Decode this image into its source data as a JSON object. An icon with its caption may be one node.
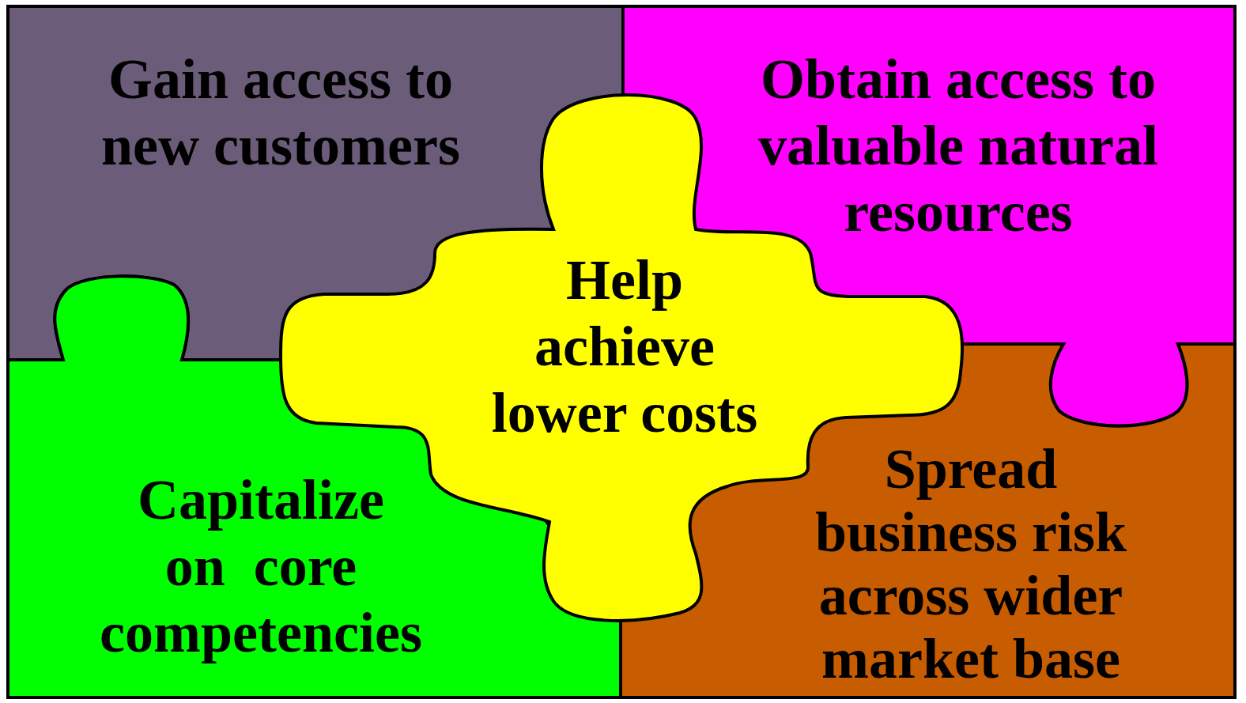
{
  "diagram": {
    "nodes": [
      {
        "text": [
          "Gain access to new customers"
        ]
      },
      {
        "text": [
          "Obtain access to valuable natural resources"
        ]
      },
      {
        "text": [
          "Capitalize on core competencies"
        ]
      },
      {
        "text": [
          "Spread business risk across wider market base"
        ]
      },
      {
        "text": [
          "Help achieve lower costs"
        ]
      }
    ]
  }
}
